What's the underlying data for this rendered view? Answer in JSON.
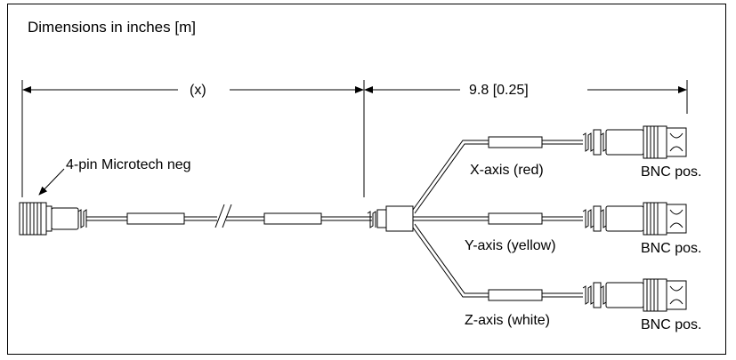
{
  "title": "Dimensions in inches [m]",
  "dimension_x": "(x)",
  "dimension_branch": "9.8 [0.25]",
  "connector_left": "4-pin Microtech neg",
  "branches": [
    {
      "axis": "X-axis (red)",
      "connector": "BNC pos."
    },
    {
      "axis": "Y-axis (yellow)",
      "connector": "BNC pos."
    },
    {
      "axis": "Z-axis (white)",
      "connector": "BNC pos."
    }
  ]
}
